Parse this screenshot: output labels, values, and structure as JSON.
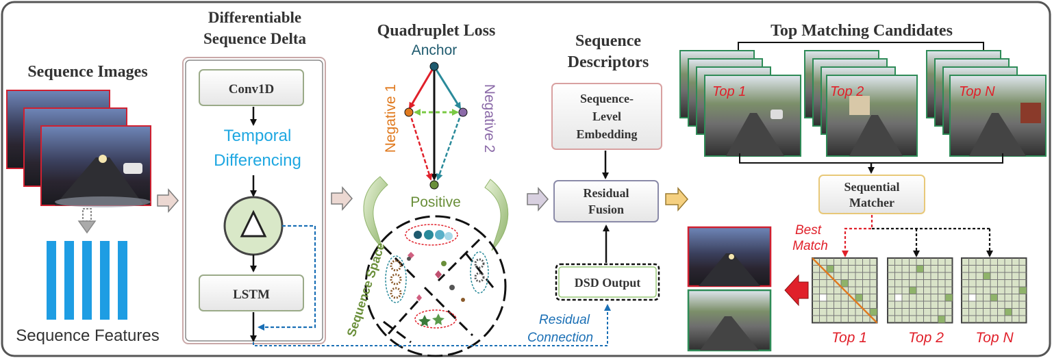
{
  "titles": {
    "sequence_images": "Sequence Images",
    "dsd_line1": "Differentiable",
    "dsd_line2": "Sequence Delta",
    "quad_loss": "Quadruplet Loss",
    "seq_desc_line1": "Sequence",
    "seq_desc_line2": "Descriptors",
    "top_matching": "Top Matching Candidates"
  },
  "labels": {
    "sequence_features": "Sequence Features",
    "conv1d": "Conv1D",
    "temporal_line1": "Temporal",
    "temporal_line2": "Differencing",
    "delta_symbol": "△",
    "lstm": "LSTM",
    "anchor": "Anchor",
    "negative1": "Negative 1",
    "negative2": "Negative 2",
    "positive": "Positive",
    "sequence_space": "Sequence Space",
    "embed_line1": "Sequence-",
    "embed_line2": "Level",
    "embed_line3": "Embedding",
    "fusion_line1": "Residual",
    "fusion_line2": "Fusion",
    "dsd_output": "DSD Output",
    "residual_line1": "Residual",
    "residual_line2": "Connection",
    "matcher_line1": "Sequential",
    "matcher_line2": "Matcher",
    "best_line1": "Best",
    "best_line2": "Match",
    "top1": "Top 1",
    "top2": "Top 2",
    "topN": "Top N"
  },
  "colors": {
    "frame": "#555555",
    "temporal_text": "#1ea7e1",
    "feature_bars": "#1e9de3",
    "anchor": "#1e5a6e",
    "negative1": "#e07a1f",
    "negative2": "#8b6aa8",
    "positive": "#6a8f3a",
    "red": "#e0202a",
    "teal": "#2a8a9a",
    "green_dash": "#7ac943",
    "residual_blue": "#1a6fb5",
    "grid_fill": "#d9e3c8",
    "grid_mark": "#8fb36a"
  }
}
